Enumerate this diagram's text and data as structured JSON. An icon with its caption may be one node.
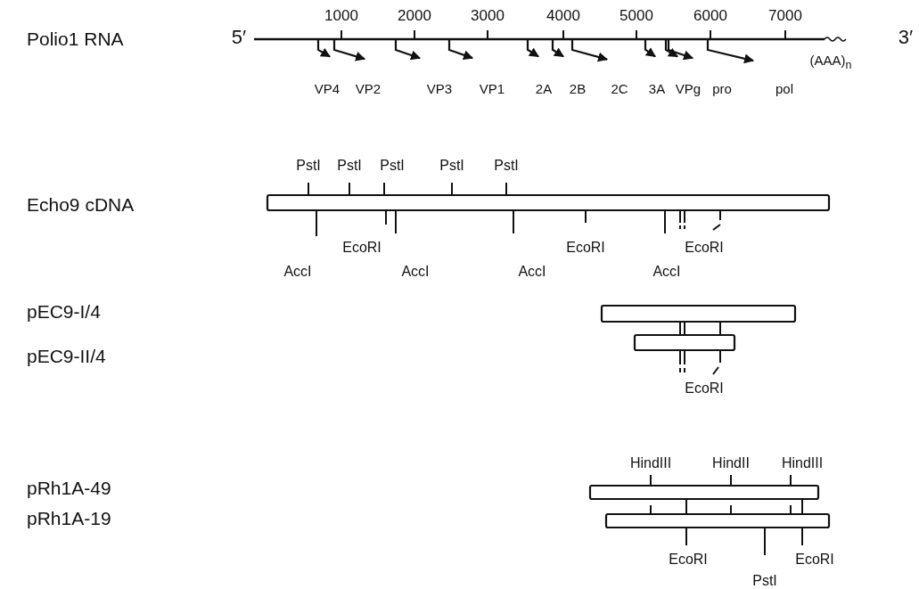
{
  "diagram": {
    "labels": [
      "Polio1 RNA",
      "5′",
      "1000",
      "2000",
      "3000",
      "4000",
      "5000",
      "6000",
      "7000",
      "(AAA)$_{n}$",
      "3′",
      "VP4",
      "VP2",
      "VP3",
      "VP1",
      "2A",
      "2B",
      "2C",
      "3A",
      "VPg",
      "pro",
      "pol",
      "PstI",
      "PstI",
      "PstI",
      "PstI",
      "PstI",
      "Echo9 cDNA",
      "EcoRI",
      "EcoRI",
      "EcoRI",
      "AccI",
      "AccI",
      "AccI",
      "AccI",
      "pEC9-I/4",
      "pEC9-II/4",
      "EcoRI",
      "HindIII",
      "HindII",
      "HindIII",
      "pRh1A-49",
      "pRh1A-19",
      "EcoRI",
      "EcoRI",
      "PstI"
    ]
  }
}
